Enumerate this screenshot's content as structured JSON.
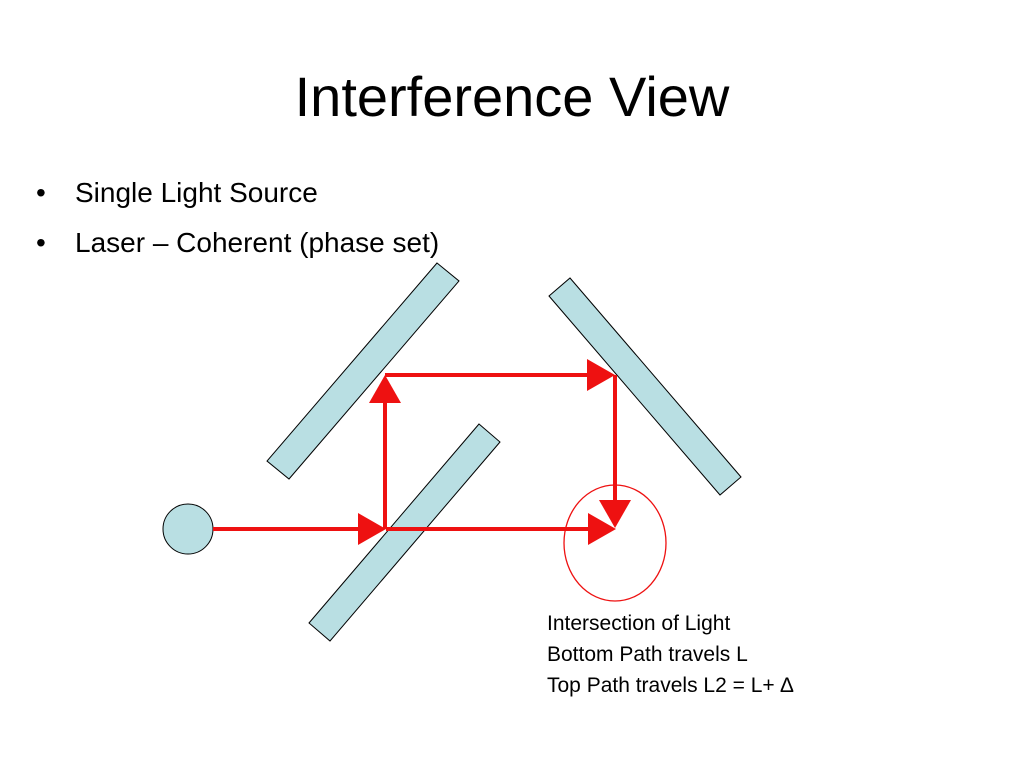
{
  "slide": {
    "title": "Interference View",
    "bullets": [
      "Single Light Source",
      "Laser – Coherent (phase set)"
    ],
    "bullet_glyph": "•"
  },
  "diagram": {
    "elements": [
      "light-source",
      "mirror-top-left",
      "mirror-top-right",
      "beam-splitter",
      "beam-paths",
      "intersection-circle"
    ]
  },
  "caption": {
    "lines": [
      "Intersection of Light",
      "Bottom Path travels L",
      "Top Path travels L2 = L+ ∆"
    ]
  },
  "colors": {
    "mirror_fill": "#b9dfe3",
    "beam": "#ee1111",
    "circle": "#ee1111",
    "outline": "#000000"
  }
}
